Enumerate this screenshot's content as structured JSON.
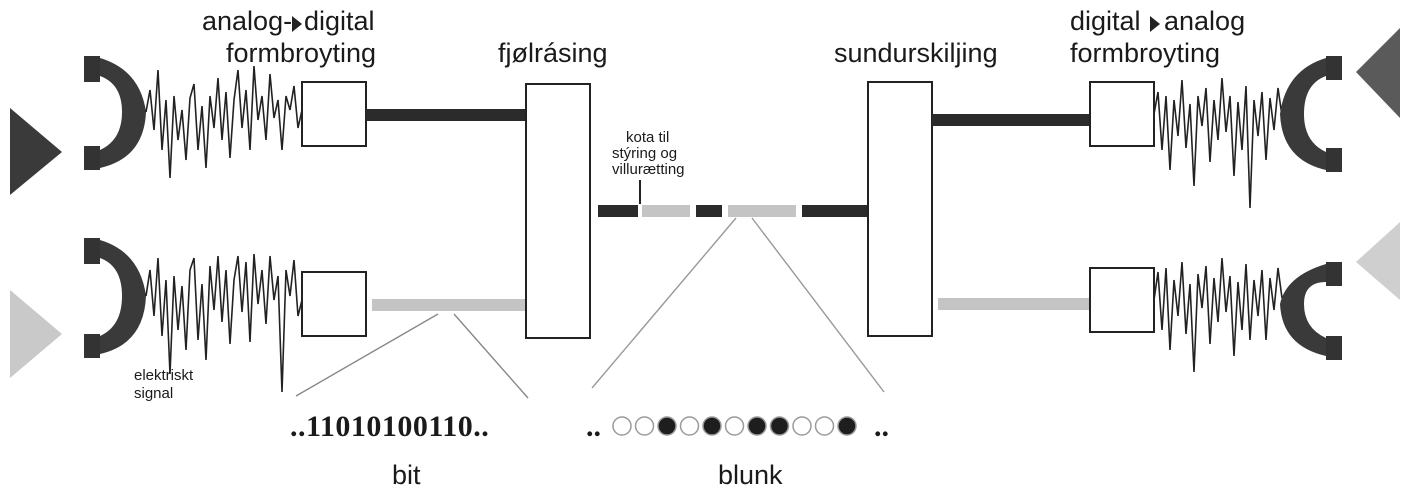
{
  "labels": {
    "a2d_line1": "analog-",
    "a2d_line1b": "digital",
    "a2d_line2": "formbroyting",
    "multiplexing": "fjølrásing",
    "demultiplexing": "sundurskiljing",
    "d2a_line1": "digital",
    "d2a_line1b": "analog",
    "d2a_line2": "formbroyting",
    "control_line1": "kota til",
    "control_line2": "stýring og",
    "control_line3": "villurætting",
    "electric_line1": "elektriskt",
    "electric_line2": "signal",
    "bits": "..11010100110..",
    "bit": "bit",
    "blink": "blunk",
    "dots_left": "..",
    "dots_right": ".."
  },
  "pulses": [
    "empty",
    "empty",
    "filled",
    "empty",
    "filled",
    "empty",
    "filled",
    "filled",
    "empty",
    "empty",
    "filled"
  ],
  "colors": {
    "dark": "#2b2b2b",
    "light": "#c4c4c4",
    "pulse_fill": "#1e1e1e"
  }
}
